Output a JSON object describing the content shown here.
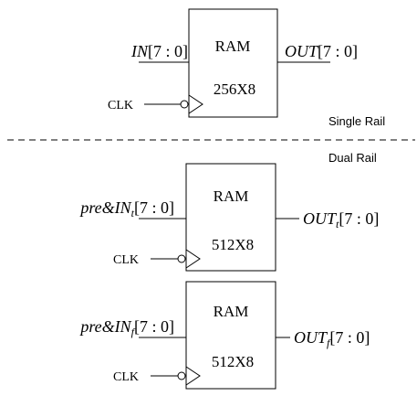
{
  "single_rail": {
    "section_label": "Single Rail",
    "ram": {
      "title": "RAM",
      "size": "256X8",
      "input_base": "IN",
      "input_range": "[7 : 0]",
      "output_base": "OUT",
      "output_range": "[7 : 0]",
      "clock_label": "CLK"
    }
  },
  "dual_rail": {
    "section_label": "Dual Rail",
    "ram_true": {
      "title": "RAM",
      "size": "512X8",
      "input_prefix": "pre&IN",
      "input_sub": "t",
      "input_range": "[7 : 0]",
      "output_base": "OUT",
      "output_sub": "t",
      "output_range": "[7 : 0]",
      "clock_label": "CLK"
    },
    "ram_false": {
      "title": "RAM",
      "size": "512X8",
      "input_prefix": "pre&IN",
      "input_sub": "f",
      "input_range": "[7 : 0]",
      "output_base": "OUT",
      "output_sub": "f",
      "output_range": "[7 : 0]",
      "clock_label": "CLK"
    }
  },
  "colors": {
    "line": "#000000",
    "background": "#ffffff"
  }
}
